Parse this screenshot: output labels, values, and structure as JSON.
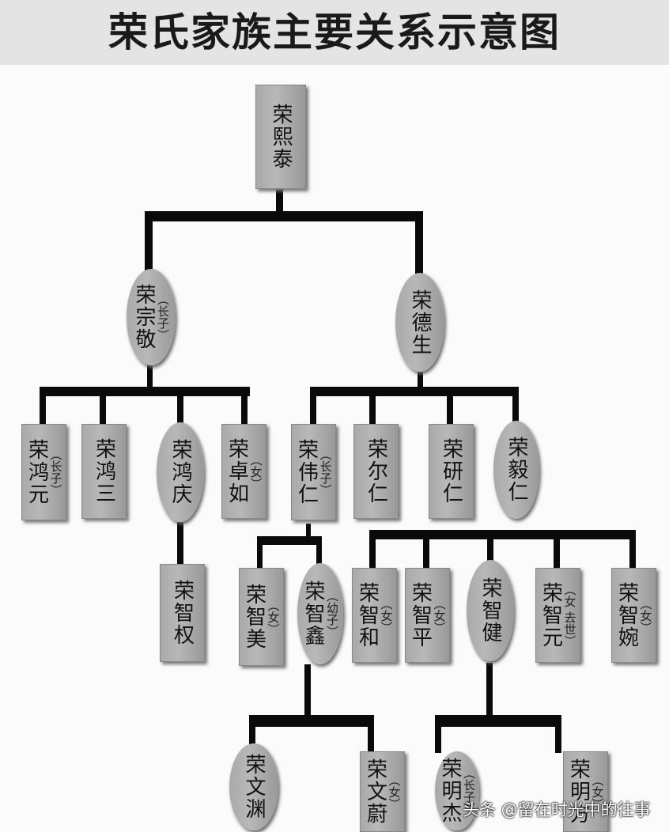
{
  "title": "荣氏家族主要关系示意图",
  "nodes": [
    {
      "name": "荣熙泰",
      "note": "",
      "shape": "rect"
    },
    {
      "name": "荣宗敬",
      "note": "（长子）",
      "shape": "ellipse"
    },
    {
      "name": "荣德生",
      "note": "",
      "shape": "ellipse"
    },
    {
      "name": "荣鸿元",
      "note": "（长子）",
      "shape": "rect"
    },
    {
      "name": "荣鸿三",
      "note": "",
      "shape": "rect"
    },
    {
      "name": "荣鸿庆",
      "note": "",
      "shape": "ellipse"
    },
    {
      "name": "荣卓如",
      "note": "（女）",
      "shape": "rect"
    },
    {
      "name": "荣伟仁",
      "note": "（长子）",
      "shape": "rect"
    },
    {
      "name": "荣尔仁",
      "note": "",
      "shape": "rect"
    },
    {
      "name": "荣研仁",
      "note": "",
      "shape": "rect"
    },
    {
      "name": "荣毅仁",
      "note": "",
      "shape": "ellipse"
    },
    {
      "name": "荣智权",
      "note": "",
      "shape": "rect"
    },
    {
      "name": "荣智美",
      "note": "（女）",
      "shape": "rect"
    },
    {
      "name": "荣智鑫",
      "note": "（幼子）",
      "shape": "ellipse"
    },
    {
      "name": "荣智和",
      "note": "（女）",
      "shape": "rect"
    },
    {
      "name": "荣智平",
      "note": "（女）",
      "shape": "rect"
    },
    {
      "name": "荣智健",
      "note": "",
      "shape": "ellipse"
    },
    {
      "name": "荣智元",
      "note": "（女 去世）",
      "shape": "rect"
    },
    {
      "name": "荣智婉",
      "note": "（女）",
      "shape": "rect"
    },
    {
      "name": "荣文渊",
      "note": "",
      "shape": "ellipse"
    },
    {
      "name": "荣文蔚",
      "note": "（女）",
      "shape": "rect"
    },
    {
      "name": "荣明杰",
      "note": "（长子）",
      "shape": "ellipse"
    },
    {
      "name": "荣明方",
      "note": "（女）",
      "shape": "rect"
    }
  ],
  "watermark": "头条 @留在时光中的往事"
}
